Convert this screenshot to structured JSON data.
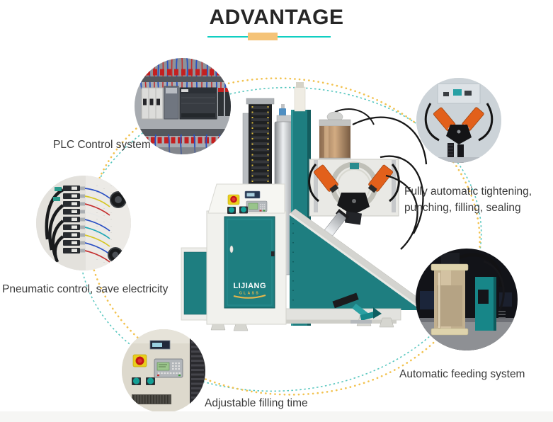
{
  "header": {
    "title": "ADVANTAGE"
  },
  "divider": {
    "line_color": "#0fcfc2",
    "accent_color": "#f5c377"
  },
  "arcs": {
    "teal_color": "#4cc3bb",
    "yellow_color": "#f2c24f"
  },
  "features": [
    {
      "id": "plc-control",
      "label": "PLC Control system"
    },
    {
      "id": "pneumatic-control",
      "label": "Pneumatic control, save electricity"
    },
    {
      "id": "fully-automatic",
      "label": "Fully automatic tightening, punching, filling, sealing"
    },
    {
      "id": "automatic-feeding",
      "label": "Automatic feeding system"
    },
    {
      "id": "adjustable-filling",
      "label": "Adjustable filling time"
    }
  ],
  "machine": {
    "brand": {
      "line1": "LIJIANG",
      "line2": "GLASS"
    },
    "colors": {
      "teal": "#1e7e80",
      "body": "#f1f1ed",
      "copper": "#c2a079",
      "motor_orange": "#e2601b",
      "brand_gold": "#e9b84a"
    }
  }
}
